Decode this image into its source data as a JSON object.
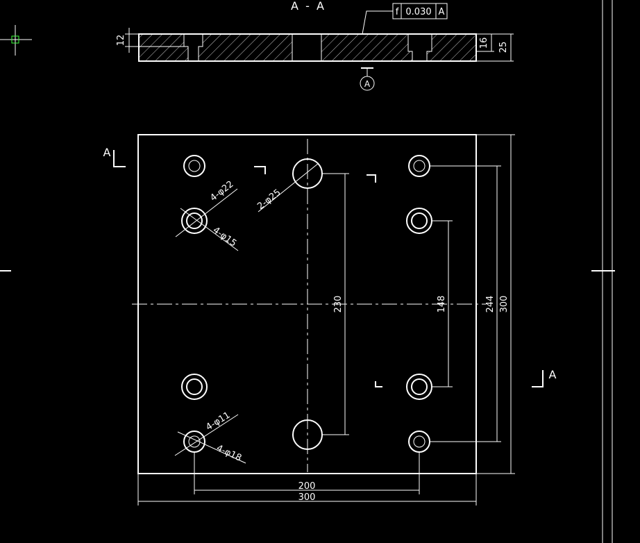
{
  "drawing": {
    "section_title": "A  -  A",
    "tolerance": {
      "symbol": "f",
      "value": "0.030",
      "datum": "A"
    },
    "datum_marker": "A",
    "section_mark_left": "A",
    "section_mark_right": "A"
  },
  "dimensions": {
    "side_height_left": "12",
    "side_depth_16": "16",
    "side_height_25": "25",
    "bore_label": "2-φ25",
    "top_holes_outer": "4-φ22",
    "top_holes_inner": "4-φ15",
    "bottom_holes_outer": "4-φ11",
    "bottom_holes_inner": "4-φ18",
    "vertical_230": "230",
    "vertical_148": "148",
    "vertical_244": "244",
    "vertical_300": "300",
    "horizontal_200": "200",
    "horizontal_300": "300"
  },
  "colors": {
    "background": "#000000",
    "lines": "#ffffff",
    "cursor": "#3cff3c"
  }
}
